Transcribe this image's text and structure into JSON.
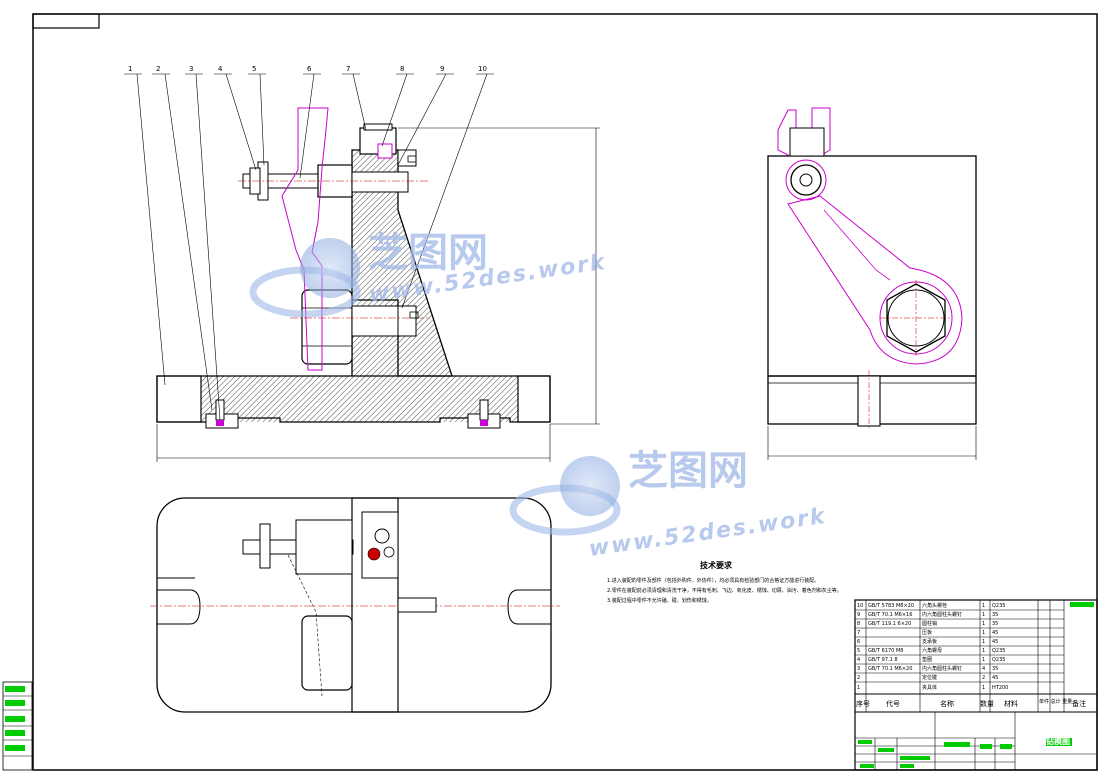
{
  "balloons": [
    "1",
    "2",
    "3",
    "4",
    "5",
    "6",
    "7",
    "8",
    "9",
    "10"
  ],
  "watermark": {
    "brand": "芝图网",
    "url": "www.52des.work"
  },
  "notes": {
    "title": "技术要求",
    "lines": [
      "1.进入装配的零件及部件（包括外购件、外协件），均必须具有检验部门的合格证方能进行装配。",
      "2.零件在装配前必须清理和清洗干净，不得有毛刺、飞边、氧化皮、锈蚀、切屑、油污、着色剂和灰尘等。",
      "3.装配过程中零件不允许磕、碰、划伤和锈蚀。"
    ]
  },
  "bom": {
    "rows": [
      {
        "no": "10",
        "code": "GB/T 5783 M8×20",
        "name": "六角头螺栓",
        "qty": "1",
        "mat": "Q235"
      },
      {
        "no": "9",
        "code": "GB/T 70.1 M6×16",
        "name": "内六角圆柱头螺钉",
        "qty": "1",
        "mat": "35"
      },
      {
        "no": "8",
        "code": "GB/T 119.1 6×20",
        "name": "圆柱销",
        "qty": "1",
        "mat": "35"
      },
      {
        "no": "7",
        "code": "",
        "name": "压板",
        "qty": "1",
        "mat": "45"
      },
      {
        "no": "6",
        "code": "",
        "name": "支承板",
        "qty": "1",
        "mat": "45"
      },
      {
        "no": "5",
        "code": "GB/T 6170 M8",
        "name": "六角螺母",
        "qty": "1",
        "mat": "Q235"
      },
      {
        "no": "4",
        "code": "GB/T 97.1 8",
        "name": "垫圈",
        "qty": "1",
        "mat": "Q235"
      },
      {
        "no": "3",
        "code": "GB/T 70.1 M6×20",
        "name": "内六角圆柱头螺钉",
        "qty": "4",
        "mat": "35"
      },
      {
        "no": "2",
        "code": "",
        "name": "定位键",
        "qty": "2",
        "mat": "45"
      },
      {
        "no": "1",
        "code": "",
        "name": "夹具体",
        "qty": "1",
        "mat": "HT200"
      }
    ],
    "header": {
      "no": "序号",
      "code": "代号",
      "name": "名称",
      "qty": "数量",
      "mat": "材料",
      "weight": "单件 总计 重量",
      "remark": "备注"
    }
  },
  "title_block": {
    "drawing_name": "钻模图"
  }
}
